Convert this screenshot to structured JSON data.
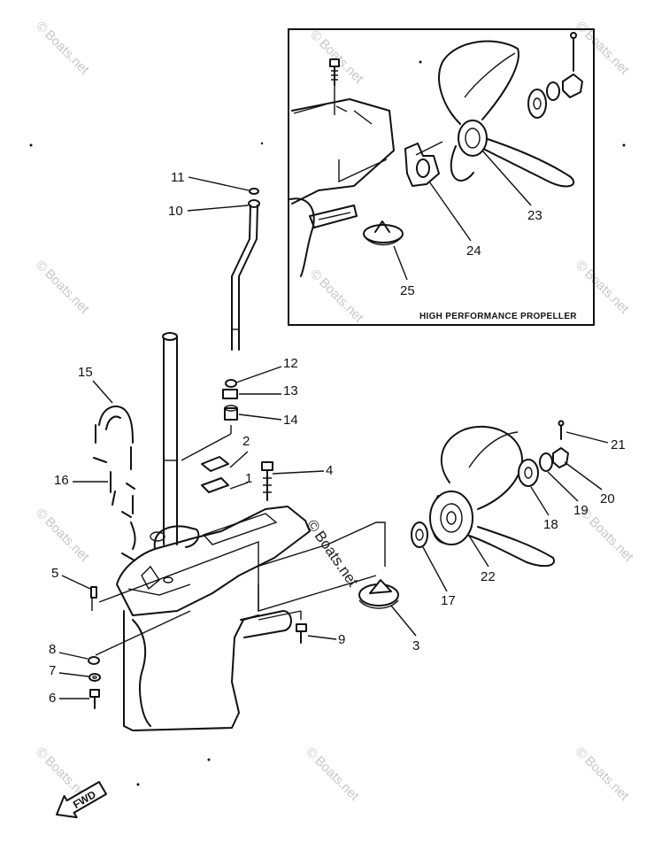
{
  "diagram": {
    "inset_title": "HIGH PERFORMANCE PROPELLER",
    "fwd_label": "FWD",
    "watermark": "Boats.net",
    "watermark_symbol": "©",
    "callouts": {
      "c1": "1",
      "c2": "2",
      "c3": "3",
      "c4": "4",
      "c5": "5",
      "c6": "6",
      "c7": "7",
      "c8": "8",
      "c9": "9",
      "c10": "10",
      "c11": "11",
      "c12": "12",
      "c13": "13",
      "c14": "14",
      "c15": "15",
      "c16": "16",
      "c17": "17",
      "c18": "18",
      "c19": "19",
      "c20": "20",
      "c21": "21",
      "c22": "22",
      "c23": "23",
      "c24": "24",
      "c25": "25"
    }
  }
}
